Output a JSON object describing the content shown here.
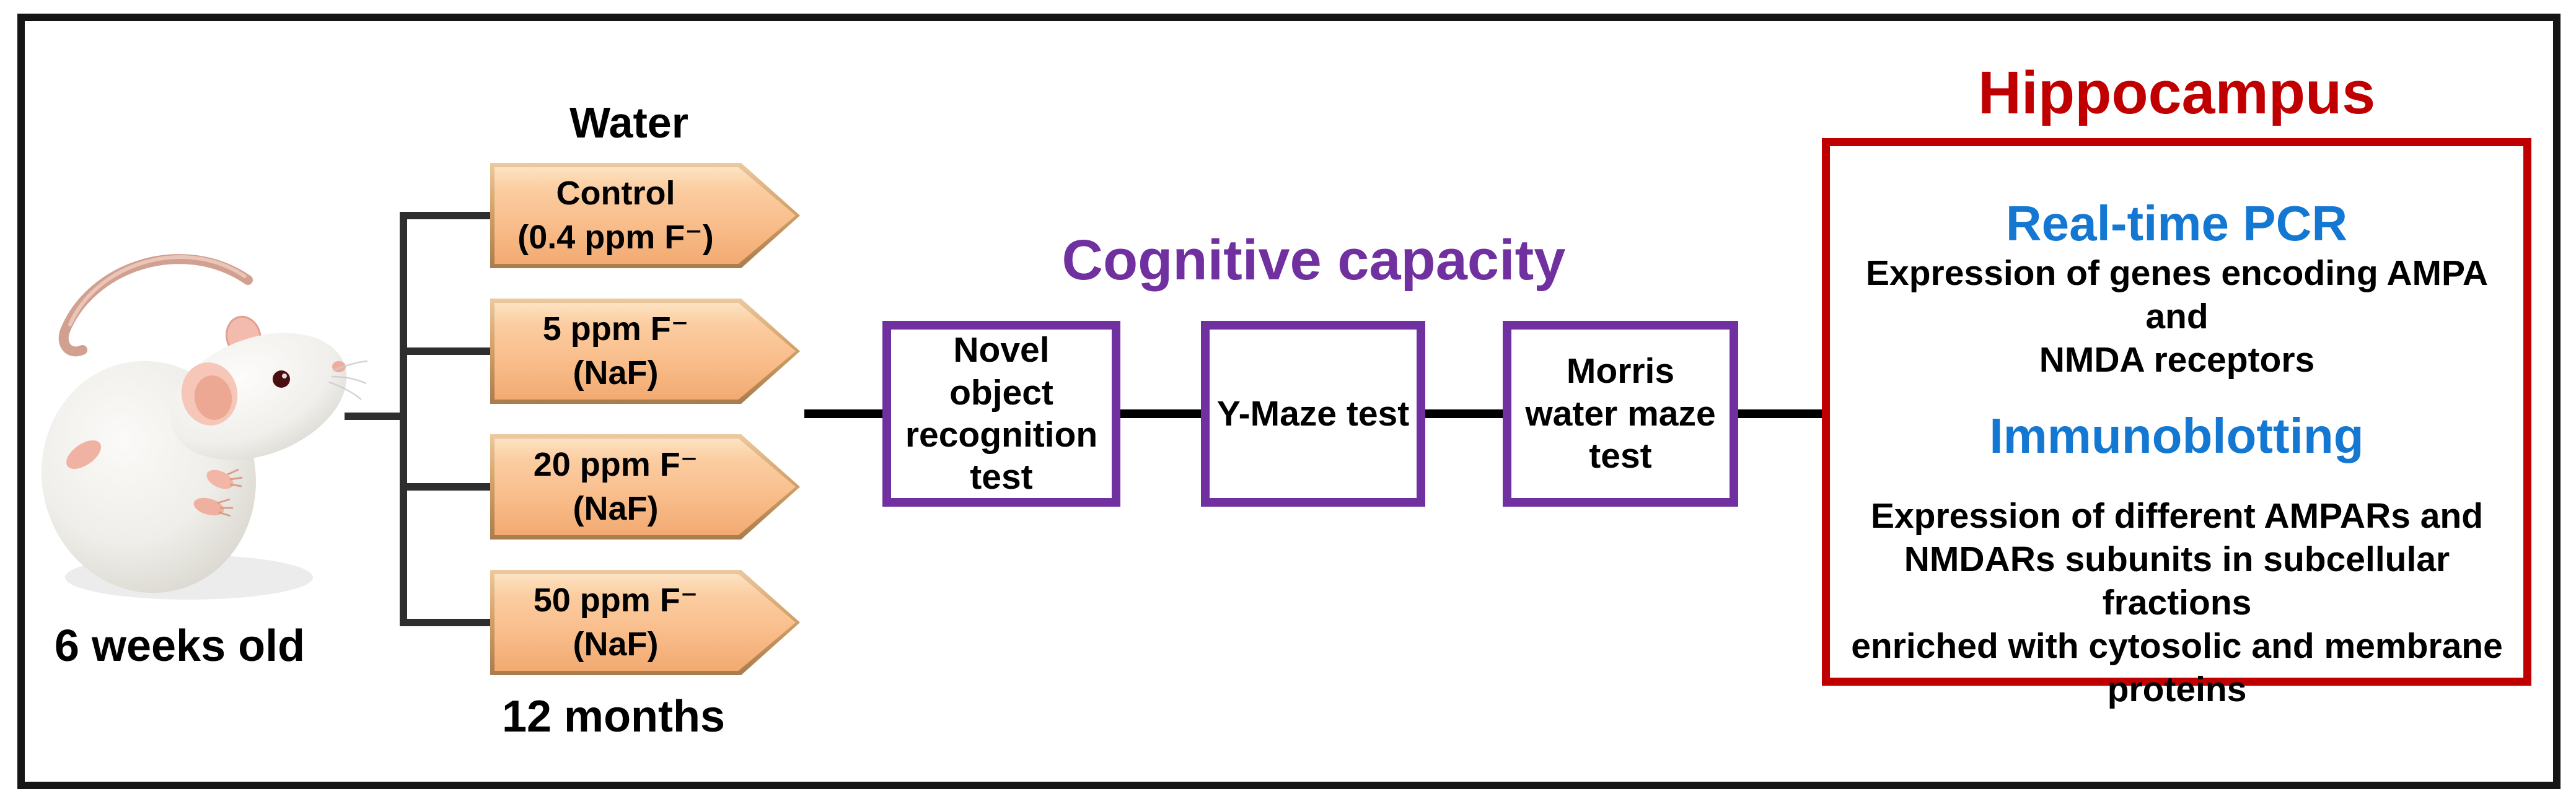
{
  "subject": {
    "age_label": "6 weeks old",
    "icon": "rat-icon"
  },
  "exposure": {
    "header": "Water",
    "duration": "12 months",
    "groups": [
      {
        "label": "Control\n(0.4 ppm F⁻)"
      },
      {
        "label": "5 ppm F⁻\n(NaF)"
      },
      {
        "label": "20 ppm F⁻\n(NaF)"
      },
      {
        "label": "50 ppm F⁻\n(NaF)"
      }
    ]
  },
  "cognitive": {
    "title": "Cognitive capacity",
    "tests": [
      {
        "label": "Novel\nobject\nrecognition\ntest"
      },
      {
        "label": "Y-Maze test"
      },
      {
        "label": "Morris\nwater maze\ntest"
      }
    ]
  },
  "hippocampus": {
    "title": "Hippocampus",
    "sections": [
      {
        "heading": "Real-time PCR",
        "body": "Expression of genes encoding AMPA and\nNMDA receptors"
      },
      {
        "heading": "Immunoblotting",
        "body": "Expression of different AMPARs and\nNMDARs subunits in subcellular fractions\nenriched with cytosolic and membrane\nproteins"
      }
    ]
  },
  "colors": {
    "accent_purple": "#7030A0",
    "accent_red": "#C00000",
    "accent_blue": "#1478D2",
    "arrow_fill": "#F9BE8C",
    "arrow_edge": "#A97C4E",
    "line_black": "#000000"
  }
}
